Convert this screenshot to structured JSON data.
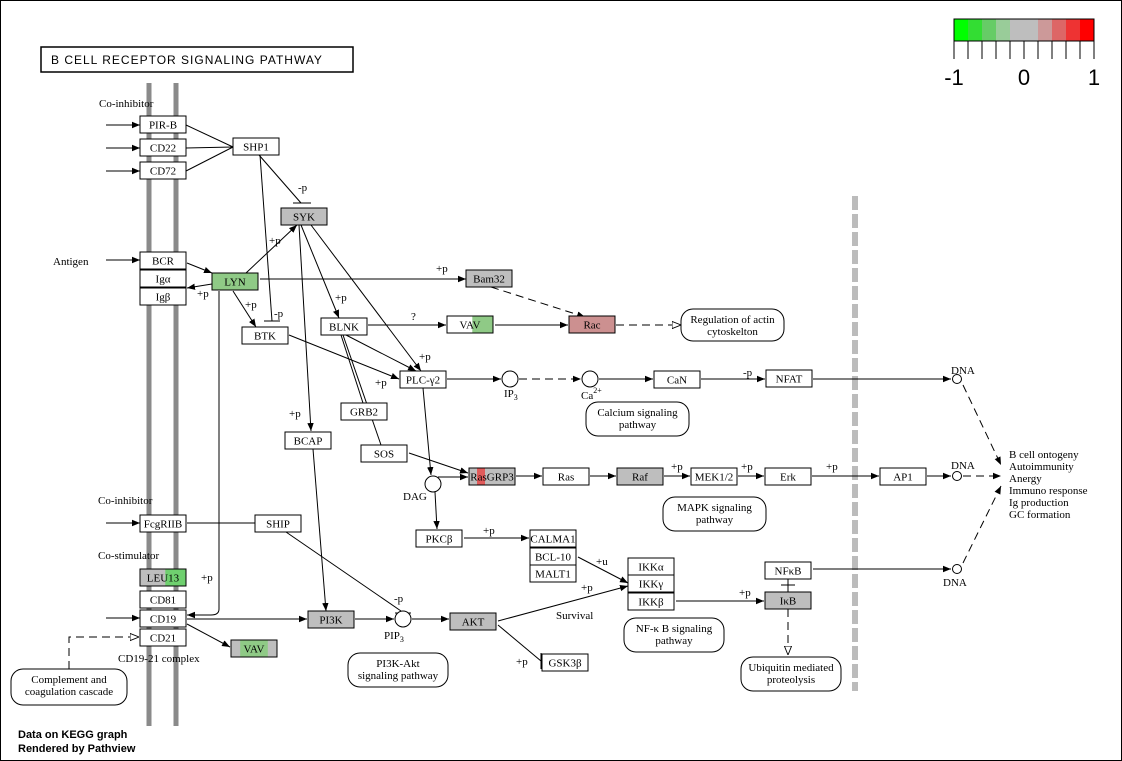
{
  "title": "B CELL RECEPTOR SIGNALING PATHWAY",
  "legend": {
    "labels": [
      "-1",
      "0",
      "1"
    ],
    "colors": [
      "#00ff00",
      "#33dd33",
      "#66cc66",
      "#99cc99",
      "#bebebe",
      "#bebebe",
      "#cc9999",
      "#dd6666",
      "#ee3333",
      "#ff0000"
    ]
  },
  "credits": [
    "Data on KEGG graph",
    "Rendered by Pathview"
  ],
  "colors": {
    "none": "#ffffff",
    "grey": "#bebebe",
    "green": "#8fca86",
    "red": "#e15b5b",
    "pink": "#cc9090"
  },
  "labels": {
    "co_inhibitor_1": "Co-inhibitor",
    "antigen": "Antigen",
    "co_inhibitor_2": "Co-inhibitor",
    "co_stimulator": "Co-stimulator",
    "cd19_complex": "CD19-21 complex",
    "survival": "Survival",
    "dna1": "DNA",
    "dna2": "DNA",
    "dna3": "DNA",
    "ip3": "IP",
    "ip3_sub": "3",
    "ca": "Ca",
    "ca_sup": "2+",
    "dag": "DAG",
    "pip3": "PIP",
    "pip3_sub": "3",
    "q": "?",
    "outcome": [
      "B cell ontogeny",
      "Autoimmunity",
      "Anergy",
      "Immuno response",
      "Ig production",
      "GC formation"
    ]
  },
  "edge_labels": {
    "syk_inhib": "-p",
    "lyn_syk": "+p",
    "lyn_btk": "+p",
    "lyn_self": "+p",
    "btk_inhib": "-p",
    "blnk_p": "+p",
    "bam32_p": "+p",
    "plc_p1": "+p",
    "plc_p2": "+p",
    "bcap_p": "+p",
    "nfat_p": "-p",
    "mek_p": "+p",
    "erk_p": "+p",
    "ap1_p": "+p",
    "pkc_p": "+p",
    "ikk_u": "+u",
    "akt_p": "+p",
    "ikb_p": "+p",
    "gsk_p": "+p",
    "pip3_inhib": "-p",
    "leu13_p": "+p"
  },
  "nodes": [
    {
      "id": "pirb",
      "label": "PIR-B",
      "fill": "none"
    },
    {
      "id": "cd22",
      "label": "CD22",
      "fill": "none"
    },
    {
      "id": "cd72",
      "label": "CD72",
      "fill": "none"
    },
    {
      "id": "shp1",
      "label": "SHP1",
      "fill": "none"
    },
    {
      "id": "syk",
      "label": "SYK",
      "fill": "grey"
    },
    {
      "id": "bcr",
      "label": "BCR",
      "fill": "none"
    },
    {
      "id": "iga",
      "label": "Igα",
      "fill": "none"
    },
    {
      "id": "igb",
      "label": "Igβ",
      "fill": "none"
    },
    {
      "id": "lyn",
      "label": "LYN",
      "fill": "green"
    },
    {
      "id": "bam32",
      "label": "Bam32",
      "fill": "grey"
    },
    {
      "id": "btk",
      "label": "BTK",
      "fill": "none"
    },
    {
      "id": "blnk",
      "label": "BLNK",
      "fill": "none"
    },
    {
      "id": "vav1",
      "label": "VAV",
      "fill": "green_half"
    },
    {
      "id": "rac",
      "label": "Rac",
      "fill": "pink"
    },
    {
      "id": "plcg2",
      "label": "PLC-γ2",
      "fill": "none"
    },
    {
      "id": "can",
      "label": "CaN",
      "fill": "none"
    },
    {
      "id": "nfat",
      "label": "NFAT",
      "fill": "none"
    },
    {
      "id": "grb2",
      "label": "GRB2",
      "fill": "none"
    },
    {
      "id": "bcap",
      "label": "BCAP",
      "fill": "none"
    },
    {
      "id": "sos",
      "label": "SOS",
      "fill": "none"
    },
    {
      "id": "rasgrp3",
      "label": "RasGRP3",
      "fill": "red_part"
    },
    {
      "id": "ras",
      "label": "Ras",
      "fill": "none"
    },
    {
      "id": "raf",
      "label": "Raf",
      "fill": "grey"
    },
    {
      "id": "mek",
      "label": "MEK1/2",
      "fill": "none"
    },
    {
      "id": "erk",
      "label": "Erk",
      "fill": "none"
    },
    {
      "id": "ap1",
      "label": "AP1",
      "fill": "none"
    },
    {
      "id": "fcgr",
      "label": "FcgRIIB",
      "fill": "none"
    },
    {
      "id": "ship",
      "label": "SHIP",
      "fill": "none"
    },
    {
      "id": "pkcb",
      "label": "PKCβ",
      "fill": "none"
    },
    {
      "id": "calma1",
      "label": "CALMA1",
      "fill": "none"
    },
    {
      "id": "bcl10",
      "label": "BCL-10",
      "fill": "none"
    },
    {
      "id": "malt1",
      "label": "MALT1",
      "fill": "none"
    },
    {
      "id": "ikka",
      "label": "IKKα",
      "fill": "none"
    },
    {
      "id": "ikkg",
      "label": "IKKγ",
      "fill": "none"
    },
    {
      "id": "ikkb",
      "label": "IKKβ",
      "fill": "none"
    },
    {
      "id": "nfkb",
      "label": "NFκB",
      "fill": "none"
    },
    {
      "id": "ikb",
      "label": "IκB",
      "fill": "grey"
    },
    {
      "id": "leu13",
      "label": "LEU13",
      "fill": "green_grey"
    },
    {
      "id": "cd81",
      "label": "CD81",
      "fill": "none"
    },
    {
      "id": "cd19",
      "label": "CD19",
      "fill": "none"
    },
    {
      "id": "cd21",
      "label": "CD21",
      "fill": "none"
    },
    {
      "id": "pi3k",
      "label": "PI3K",
      "fill": "grey"
    },
    {
      "id": "akt",
      "label": "AKT",
      "fill": "grey"
    },
    {
      "id": "gsk3b",
      "label": "GSK3β",
      "fill": "none"
    },
    {
      "id": "vav2",
      "label": "VAV",
      "fill": "green_grey2"
    }
  ],
  "pathways": [
    {
      "id": "actin",
      "lines": [
        "Regulation of actin",
        "cytoskelton"
      ]
    },
    {
      "id": "calcium",
      "lines": [
        "Calcium signaling",
        "pathway"
      ]
    },
    {
      "id": "mapk",
      "lines": [
        "MAPK signaling",
        "pathway"
      ]
    },
    {
      "id": "nfkbpw",
      "lines": [
        "NF-κ B signaling",
        "pathway"
      ]
    },
    {
      "id": "ubiq",
      "lines": [
        "Ubiquitin mediated",
        "proteolysis"
      ]
    },
    {
      "id": "pi3kakt",
      "lines": [
        "PI3K-Akt",
        "signaling pathway"
      ]
    },
    {
      "id": "complement",
      "lines": [
        "Complement and",
        "coagulation cascade"
      ]
    }
  ]
}
